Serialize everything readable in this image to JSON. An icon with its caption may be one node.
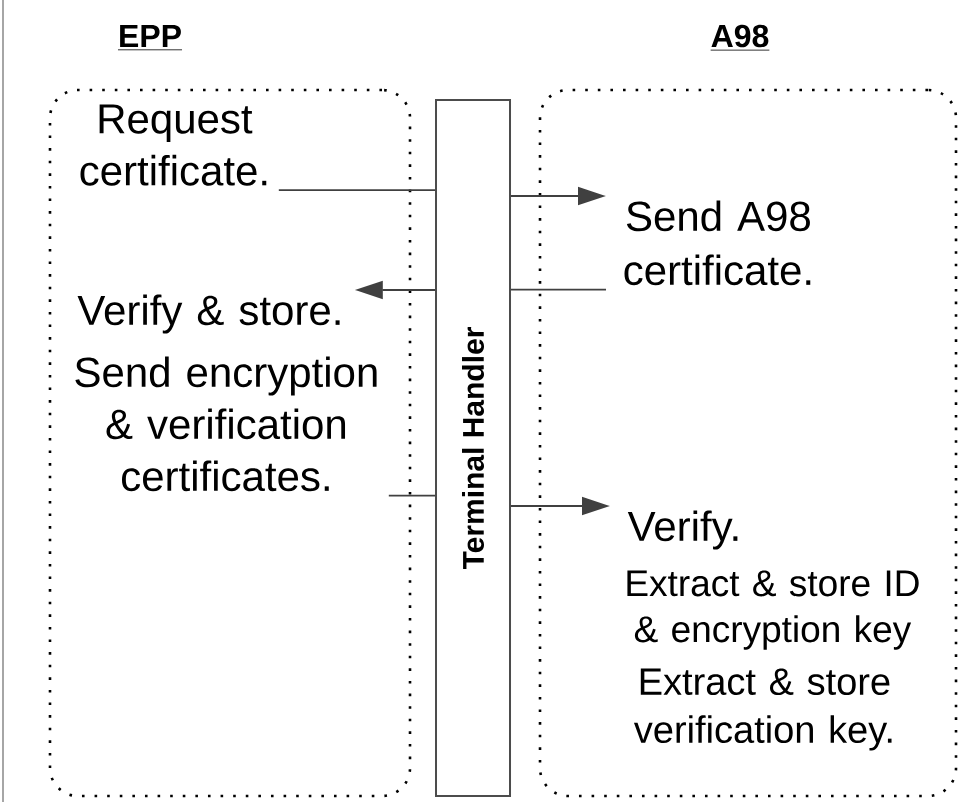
{
  "diagram": {
    "nodes": [
      {
        "text": [
          "EPP"
        ]
      },
      {
        "text": [
          "A98"
        ]
      },
      {
        "text": [
          "Terminal Handler"
        ]
      },
      {
        "text": [
          "Request certificate."
        ],
        "in": 0
      },
      {
        "text": [
          "Verify & store."
        ],
        "in": 0
      },
      {
        "text": [
          "Send encryption & verification certificates."
        ],
        "in": 0
      },
      {
        "text": [
          "Send A98 certificate."
        ],
        "in": 1
      },
      {
        "text": [
          "Verify."
        ],
        "in": 1
      },
      {
        "text": [
          "Extract & store ID & encryption key"
        ],
        "in": 1
      },
      {
        "text": [
          "Extract & store verification key."
        ],
        "in": 1
      }
    ],
    "edges": [
      {
        "from": 3,
        "to": 2,
        "arrow": "none"
      },
      {
        "from": 2,
        "to": 6,
        "arrow": "to"
      },
      {
        "from": 6,
        "to": 2,
        "arrow": "none"
      },
      {
        "from": 2,
        "to": 4,
        "arrow": "to"
      },
      {
        "from": 5,
        "to": 2,
        "arrow": "none"
      },
      {
        "from": 2,
        "to": 7,
        "arrow": "to"
      }
    ]
  }
}
